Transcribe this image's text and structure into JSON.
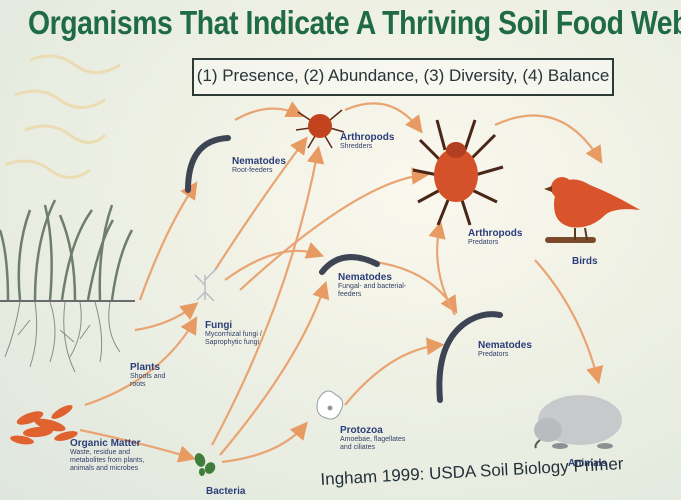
{
  "diagram": {
    "title": "Organisms That Indicate A Thriving Soil Food Web",
    "subtitle": "(1) Presence, (2) Abundance, (3) Diversity, (4) Balance",
    "source": "Ingham 1999: USDA Soil Biology Primer",
    "nodes": {
      "plants": {
        "label": "Plants",
        "sub": "Shoots and roots"
      },
      "organic_matter": {
        "label": "Organic Matter",
        "sub": "Waste, residue and metabolites from plants, animals and microbes"
      },
      "bacteria": {
        "label": "Bacteria",
        "sub": ""
      },
      "fungi": {
        "label": "Fungi",
        "sub": "Mycorrhizal fungi / Saprophytic fungi"
      },
      "nematodes_root": {
        "label": "Nematodes",
        "sub": "Root-feeders"
      },
      "nematodes_fungal": {
        "label": "Nematodes",
        "sub": "Fungal- and bacterial-feeders"
      },
      "nematodes_predators": {
        "label": "Nematodes",
        "sub": "Predators"
      },
      "protozoa": {
        "label": "Protozoa",
        "sub": "Amoebae, flagellates and ciliates"
      },
      "arthropods_shredders": {
        "label": "Arthropods",
        "sub": "Shredders"
      },
      "arthropods_predators": {
        "label": "Arthropods",
        "sub": "Predators"
      },
      "birds": {
        "label": "Birds",
        "sub": ""
      },
      "animals": {
        "label": "Animals",
        "sub": ""
      }
    },
    "colors": {
      "title": "#1f6b45",
      "arrow": "#e8a06a",
      "label": "#2b3d78",
      "organism_red": "#d4522a",
      "worm": "#3d4453"
    }
  }
}
